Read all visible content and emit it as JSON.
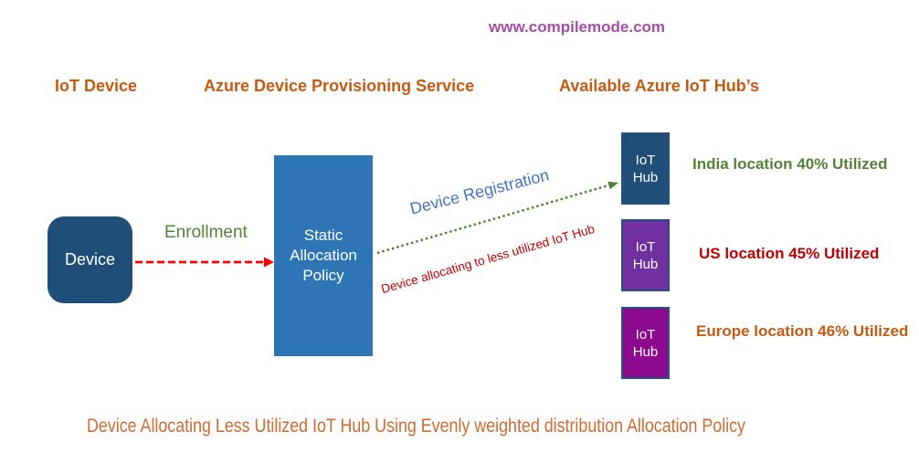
{
  "colors": {
    "orange": "#C55A11",
    "caption_orange": "#D06A2E",
    "watermark_purple": "#A64CA8",
    "dark_blue": "#1F4E79",
    "medium_blue": "#2E75B6",
    "purple": "#7030A0",
    "magenta": "#8D0A8F",
    "green": "#538135",
    "dark_red": "#C00000",
    "bright_red": "#FF0000",
    "label_blue": "#4472C4",
    "hub_border": "#24517E"
  },
  "watermark": "www.compilemode.com",
  "headers": {
    "left": "IoT Device",
    "center": "Azure Device Provisioning Service",
    "right": "Available Azure IoT Hub’s"
  },
  "device": {
    "label": "Device"
  },
  "policy": {
    "label": "Static Allocation Policy"
  },
  "enrollment": {
    "label": "Enrollment"
  },
  "registration": {
    "label_top": "Device Registration",
    "label_bottom": "Device allocating to less utilized IoT Hub"
  },
  "hubs": [
    {
      "label": "IoT Hub",
      "fill": "#1F4E79",
      "status": "India location 40% Utilized",
      "status_color": "#538135"
    },
    {
      "label": "IoT Hub",
      "fill": "#7030A0",
      "status": "US location 45% Utilized",
      "status_color": "#C00000"
    },
    {
      "label": "IoT Hub",
      "fill": "#8D0A8F",
      "status": "Europe location 46% Utilized",
      "status_color": "#C55A11"
    }
  ],
  "caption": "Device Allocating Less Utilized IoT Hub Using Evenly weighted distribution Allocation Policy"
}
